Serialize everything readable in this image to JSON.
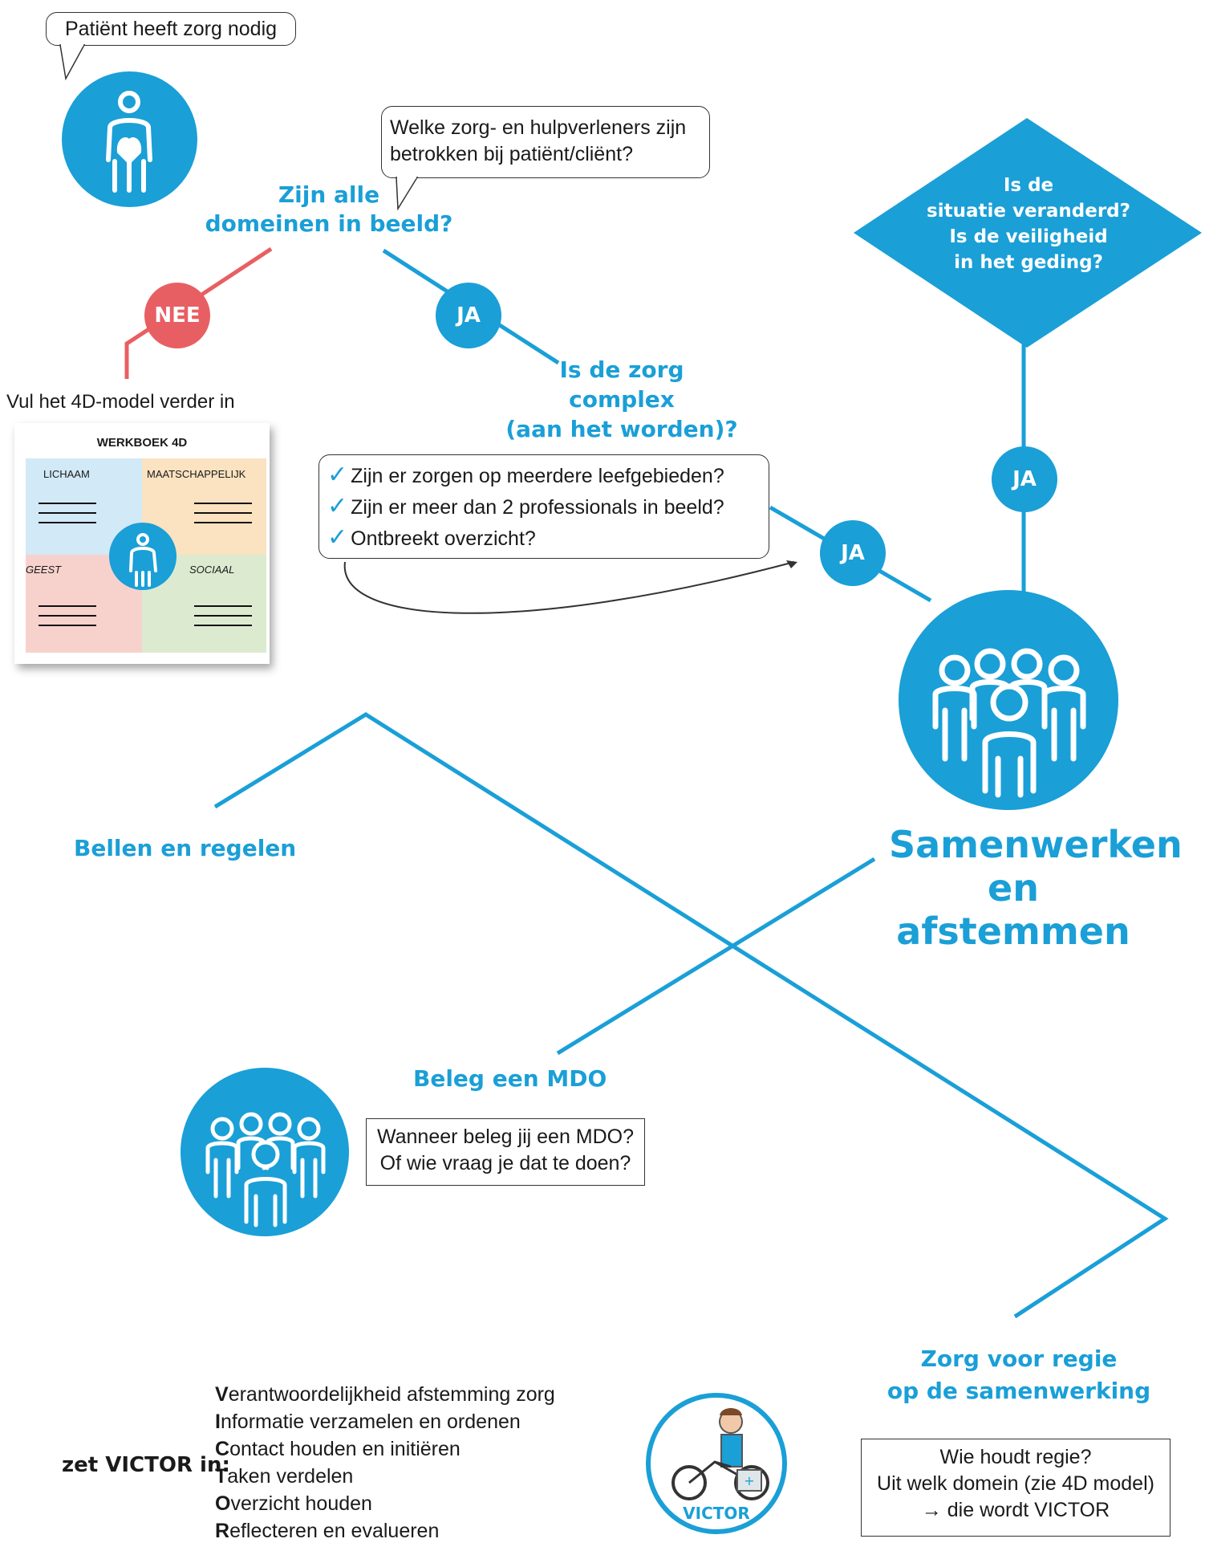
{
  "patient_bubble": "Patiënt heeft zorg nodig",
  "question_bubble": [
    "Welke zorg- en hulpverleners zijn",
    "betrokken bij patiënt/cliënt?"
  ],
  "domains_question": [
    "Zijn alle",
    "domeinen in beeld?"
  ],
  "badge_nee": "NEE",
  "badge_ja": "JA",
  "fill_4d": "Vul het 4D-model verder in",
  "workbook": {
    "title": "WERKBOEK 4D",
    "q1": "LICHAAM",
    "q2": "MAATSCHAPPELIJK",
    "q3": "GEEST",
    "q4": "SOCIAAL"
  },
  "complex_question": [
    "Is de zorg",
    "complex",
    "(aan het worden)?"
  ],
  "checklist": [
    "Zijn er zorgen op meerdere  leefgebieden?",
    "Zijn er meer  dan 2 professionals in beeld?",
    "Ontbreekt overzicht?"
  ],
  "diamond": [
    "Is de",
    "situatie veranderd?",
    "Is de veiligheid",
    "in het geding?"
  ],
  "samenwerken": [
    "Samenwerken",
    "en afstemmen"
  ],
  "bellen": "Bellen en regelen",
  "mdo_heading": "Beleg een MDO",
  "mdo_box": [
    "Wanneer beleg jij een MDO?",
    "Of wie vraag je dat te doen?"
  ],
  "regie_heading": [
    "Zorg voor regie",
    "op de samenwerking"
  ],
  "regie_box": [
    "Wie houdt regie?",
    "Uit welk domein (zie 4D model)",
    "→ die wordt VICTOR"
  ],
  "victor_intro": "zet VICTOR in:",
  "victor_list": [
    {
      "letter": "V",
      "rest": "erantwoordelijkheid afstemming zorg"
    },
    {
      "letter": "I",
      "rest": "nformatie verzamelen en ordenen"
    },
    {
      "letter": "C",
      "rest": "ontact houden en initiëren"
    },
    {
      "letter": "T",
      "rest": "aken verdelen"
    },
    {
      "letter": "O",
      "rest": "verzicht houden"
    },
    {
      "letter": "R",
      "rest": "eflecteren en evalueren"
    }
  ],
  "victor_badge": "VICTOR",
  "colors": {
    "accent": "#1a9fd7",
    "no": "#e85f63"
  }
}
